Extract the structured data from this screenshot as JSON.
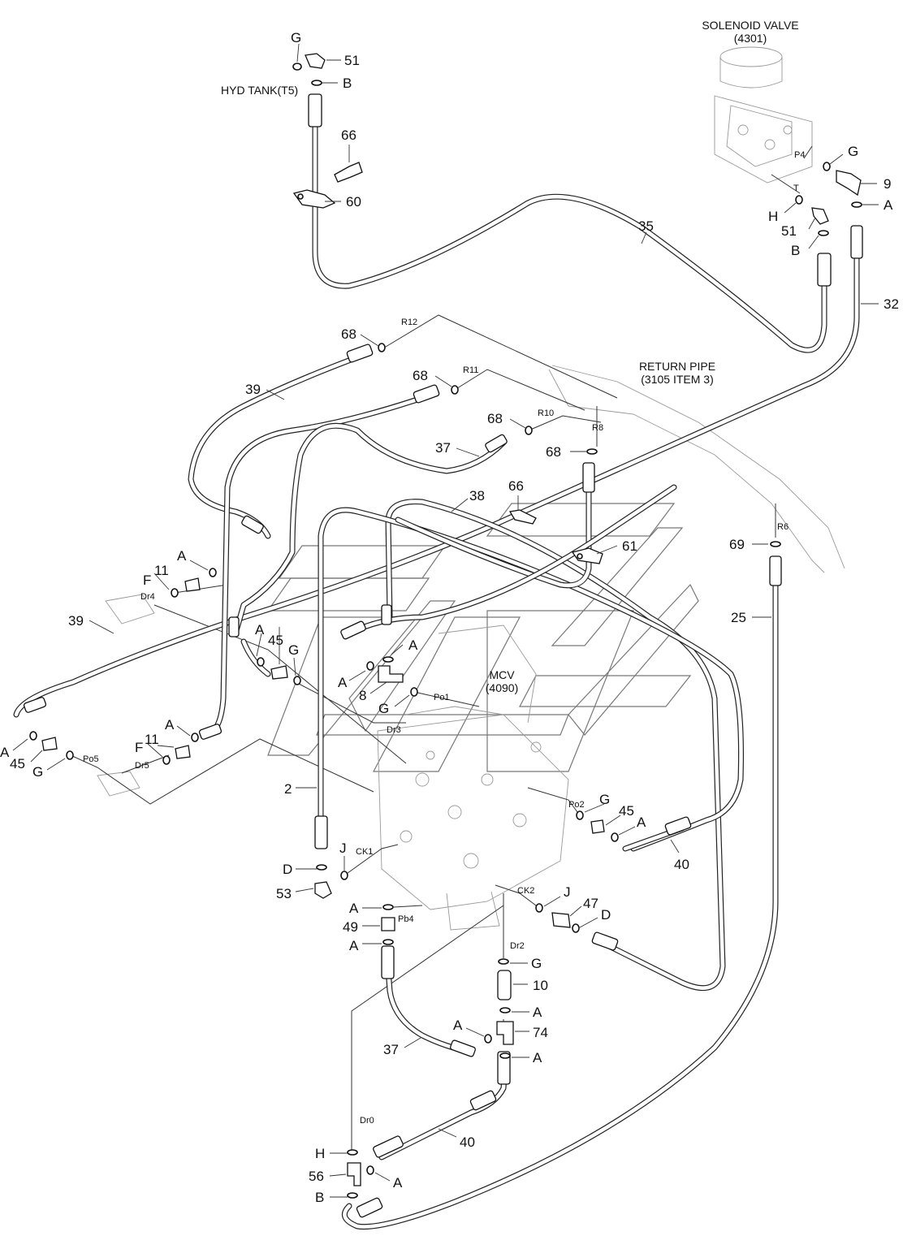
{
  "diagram": {
    "solenoid_valve": {
      "line1": "SOLENOID VALVE",
      "line2": "(4301)"
    },
    "return_pipe": {
      "line1": "RETURN PIPE",
      "line2": "(3105 ITEM 3)"
    },
    "hyd_tank": "HYD TANK(T5)",
    "mcv": {
      "line1": "MCV",
      "line2": "(4090)"
    },
    "ports": [
      "P4",
      "T",
      "R12",
      "R11",
      "R10",
      "R8",
      "R6",
      "Dr4",
      "Dr5",
      "Po5",
      "Dr3",
      "Po1",
      "Po2",
      "CK1",
      "CK2",
      "Pb4",
      "Dr2",
      "Dr0"
    ],
    "callouts": [
      "G",
      "51",
      "B",
      "66",
      "60",
      "35",
      "G",
      "9",
      "A",
      "H",
      "51",
      "B",
      "32",
      "68",
      "68",
      "68",
      "68",
      "39",
      "37",
      "38",
      "66",
      "61",
      "69",
      "25",
      "A",
      "11",
      "F",
      "39",
      "A",
      "45",
      "G",
      "A",
      "A",
      "8",
      "G",
      "A",
      "45",
      "G",
      "A",
      "11",
      "F",
      "2",
      "G",
      "45",
      "A",
      "40",
      "D",
      "J",
      "53",
      "A",
      "49",
      "A",
      "J",
      "47",
      "D",
      "G",
      "10",
      "A",
      "A",
      "74",
      "37",
      "A",
      "40",
      "H",
      "56",
      "A",
      "B"
    ]
  }
}
